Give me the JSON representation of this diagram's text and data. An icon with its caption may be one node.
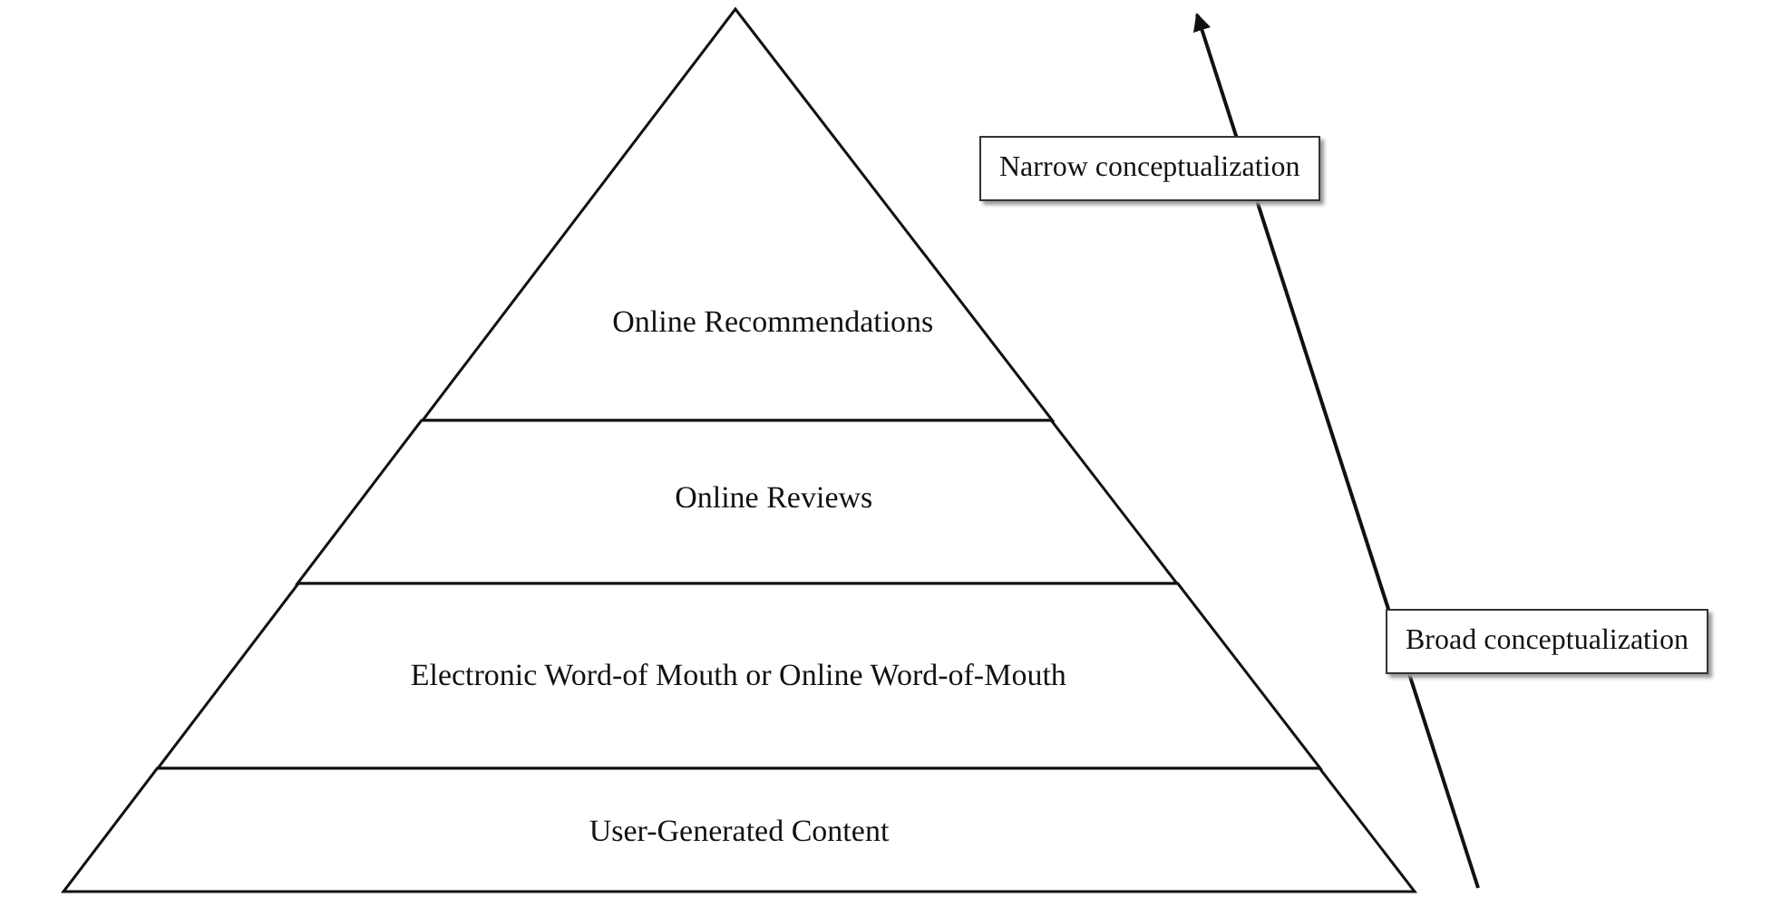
{
  "diagram": {
    "nodes": [
      {
        "text": [
          "Online Recommendations"
        ]
      },
      {
        "text": [
          "Online Reviews"
        ]
      },
      {
        "text": [
          "Electronic Word-of Mouth or Online Word-of-Mouth"
        ]
      },
      {
        "text": [
          "User-Generated Content"
        ]
      },
      {
        "text": [
          "Narrow conceptualization"
        ]
      },
      {
        "text": [
          "Broad conceptualization"
        ]
      }
    ]
  }
}
